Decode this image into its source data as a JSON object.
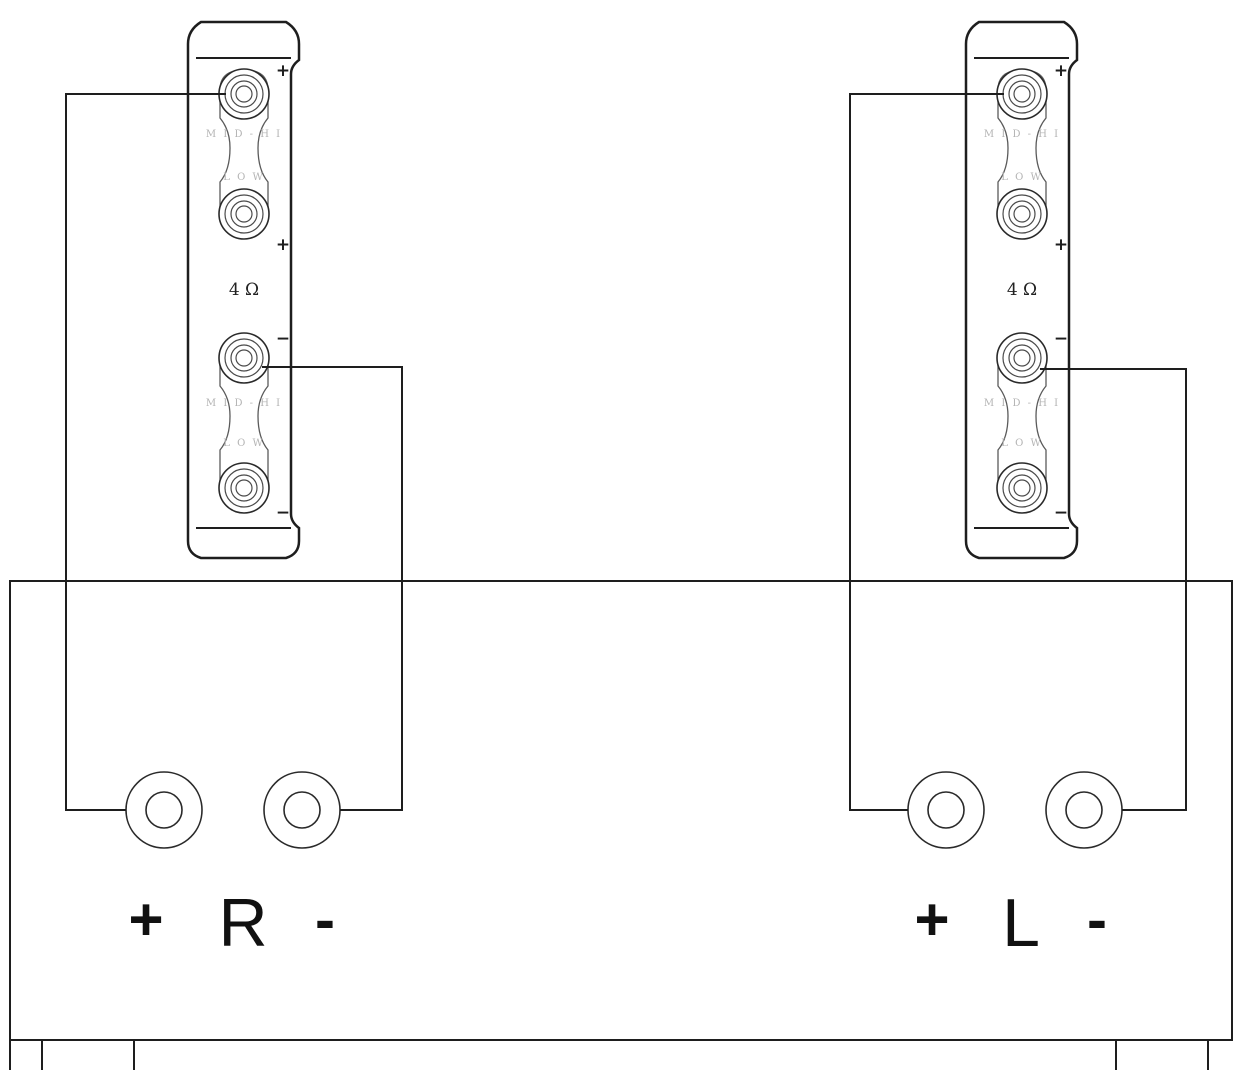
{
  "speakers": [
    {
      "id": "right-speaker",
      "impedance": "4 Ω",
      "strap_upper": {
        "top": "M I D - H I",
        "bottom": "L O W"
      },
      "strap_lower": {
        "top": "M I D - H I",
        "bottom": "L O W"
      },
      "polarity_top": "+",
      "polarity_mid": "+",
      "polarity_neg_top": "−",
      "polarity_neg_bottom": "−"
    },
    {
      "id": "left-speaker",
      "impedance": "4 Ω",
      "strap_upper": {
        "top": "M I D - H I",
        "bottom": "L O W"
      },
      "strap_lower": {
        "top": "M I D - H I",
        "bottom": "L O W"
      },
      "polarity_top": "+",
      "polarity_mid": "+",
      "polarity_neg_top": "−",
      "polarity_neg_bottom": "−"
    }
  ],
  "amplifier": {
    "channels": [
      {
        "plus": "+",
        "name": "R",
        "minus": "-"
      },
      {
        "plus": "+",
        "name": "L",
        "minus": "-"
      }
    ]
  }
}
